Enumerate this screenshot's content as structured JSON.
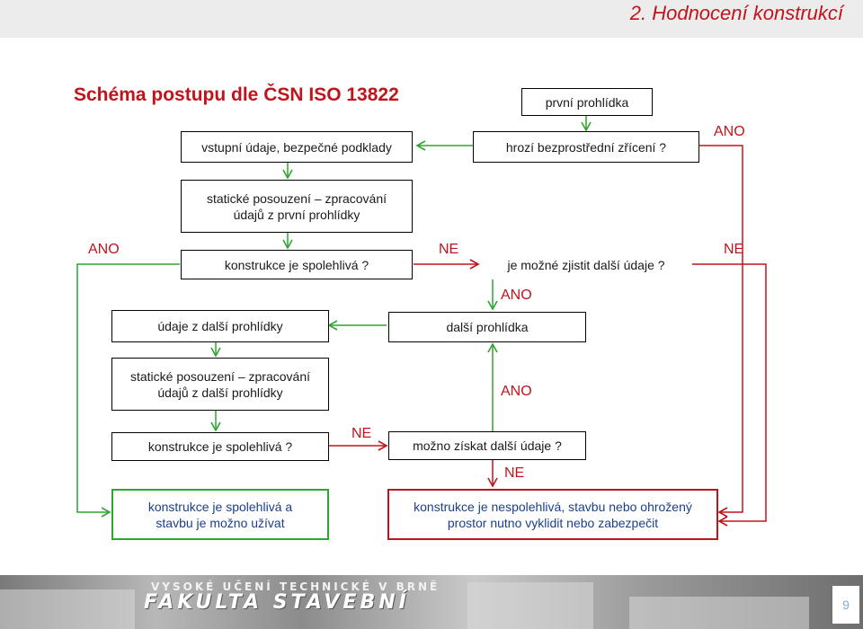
{
  "header": {
    "title": "2.  Hodnocení konstrukcí"
  },
  "title": "Schéma postupu dle ČSN ISO 13822",
  "boxes": {
    "first_inspection": "první prohlídka",
    "input_data": "vstupní údaje, bezpečné podklady",
    "collapse_question": "hrozí bezprostřední zřícení ?",
    "static_assessment_1": "statické posouzení – zpracování údajů z první prohlídky",
    "reliable_question_1": "konstrukce je spolehlivá ?",
    "more_data_question": "je možné zjistit další údaje ?",
    "data_next_inspection": "údaje z další prohlídky",
    "next_inspection": "další prohlídka",
    "static_assessment_2": "statické posouzení – zpracování údajů z další prohlídky",
    "reliable_question_2": "konstrukce je spolehlivá ?",
    "obtain_more_data_question": "možno získat další údaje ?",
    "result_reliable": "konstrukce je spolehlivá a stavbu je možno užívat",
    "result_unreliable": "konstrukce je nespolehlivá, stavbu nebo ohrožený prostor nutno vyklidit nebo zabezpečit"
  },
  "labels": {
    "ano_collapse": "ANO",
    "ano_reliable_1": "ANO",
    "ne_reliable_1": "NE",
    "ne_more_data": "NE",
    "ano_more_data": "ANO",
    "ano_obtain": "ANO",
    "ne_reliable_2": "NE",
    "ne_obtain": "NE"
  },
  "footer": {
    "line1": "VYSOKÉ UČENÍ TECHNICKÉ V BRNĚ",
    "line2": "FAKULTA STAVEBNÍ"
  },
  "page_number": "9",
  "colors": {
    "accent_red": "#c0141c",
    "arrow_green": "#2ea52e",
    "label_blue": "#1b3f8a"
  }
}
